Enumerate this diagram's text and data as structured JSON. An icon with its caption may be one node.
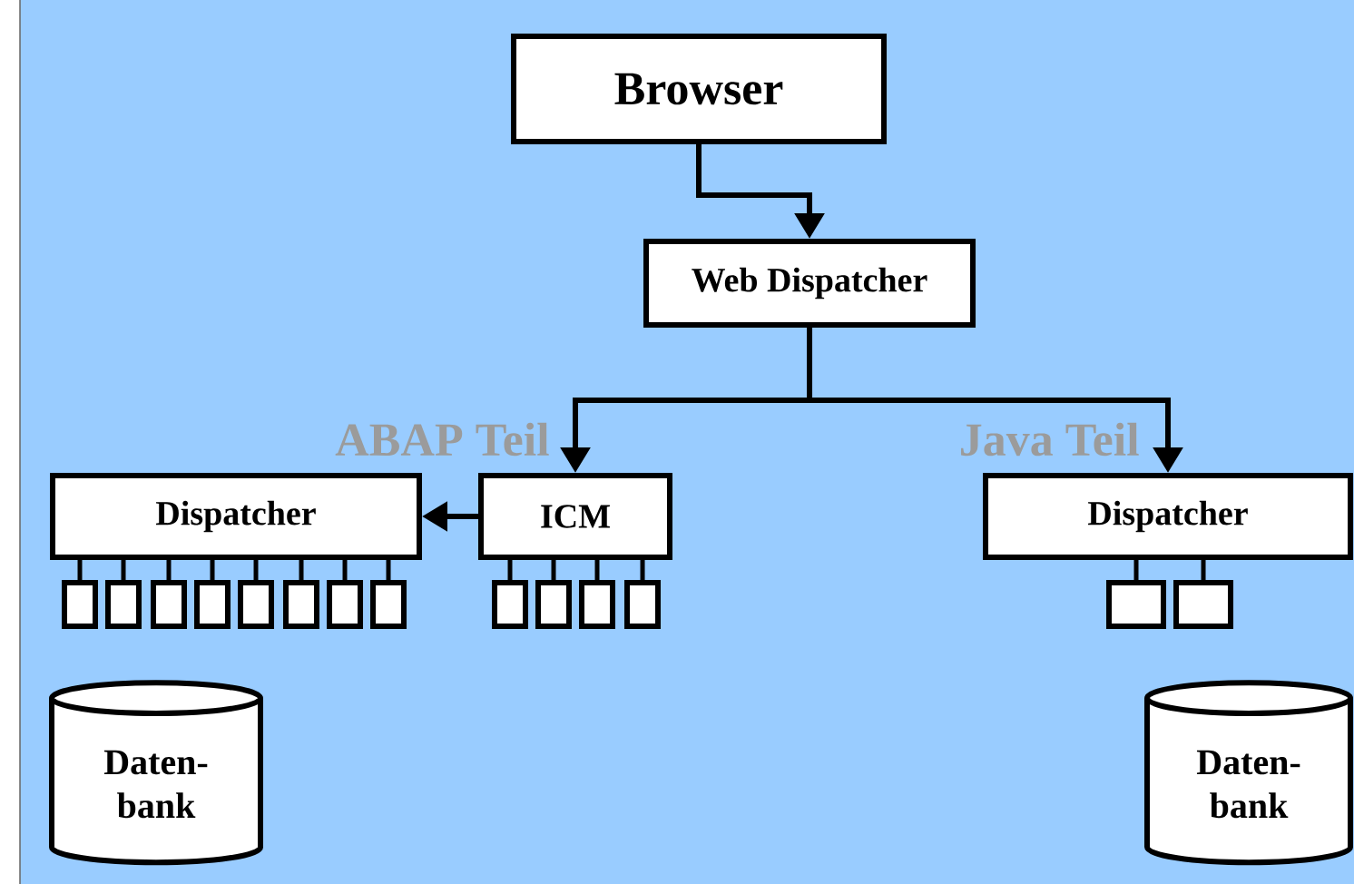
{
  "diagram": {
    "nodes": [
      {
        "text": [
          "Browser"
        ]
      },
      {
        "text": [
          "Web Dispatcher"
        ]
      },
      {
        "text": [
          "Dispatcher"
        ]
      },
      {
        "text": [
          "ICM"
        ]
      },
      {
        "text": [
          "Dispatcher"
        ]
      },
      {
        "text": [],
        "shape": "box"
      },
      {
        "text": [],
        "shape": "box"
      },
      {
        "text": [],
        "shape": "box"
      },
      {
        "text": [],
        "shape": "box"
      },
      {
        "text": [],
        "shape": "box"
      },
      {
        "text": [],
        "shape": "box"
      },
      {
        "text": [],
        "shape": "box"
      },
      {
        "text": [],
        "shape": "box"
      },
      {
        "text": [],
        "shape": "box"
      },
      {
        "text": [],
        "shape": "box"
      },
      {
        "text": [],
        "shape": "box"
      },
      {
        "text": [],
        "shape": "box"
      },
      {
        "text": [],
        "shape": "box"
      },
      {
        "text": [],
        "shape": "box"
      },
      {
        "text": [
          "Daten- bank"
        ]
      },
      {
        "text": [
          "Daten- bank"
        ]
      }
    ],
    "edges": [
      {
        "from": 0,
        "to": 1,
        "arrow": "to"
      },
      {
        "from": 1,
        "to": 3,
        "arrow": "to"
      },
      {
        "from": 1,
        "to": 4,
        "arrow": "to"
      },
      {
        "from": 3,
        "to": 2,
        "arrow": "to"
      },
      {
        "from": 2,
        "to": 5,
        "arrow": "none"
      },
      {
        "from": 2,
        "to": 6,
        "arrow": "none"
      },
      {
        "from": 2,
        "to": 7,
        "arrow": "none"
      },
      {
        "from": 2,
        "to": 8,
        "arrow": "none"
      },
      {
        "from": 2,
        "to": 9,
        "arrow": "none"
      },
      {
        "from": 2,
        "to": 10,
        "arrow": "none"
      },
      {
        "from": 2,
        "to": 11,
        "arrow": "none"
      },
      {
        "from": 2,
        "to": 12,
        "arrow": "none"
      },
      {
        "from": 3,
        "to": 13,
        "arrow": "none"
      },
      {
        "from": 3,
        "to": 14,
        "arrow": "none"
      },
      {
        "from": 3,
        "to": 15,
        "arrow": "none"
      },
      {
        "from": 3,
        "to": 16,
        "arrow": "none"
      },
      {
        "from": 4,
        "to": 17,
        "arrow": "none"
      },
      {
        "from": 4,
        "to": 18,
        "arrow": "none"
      }
    ],
    "labels": [
      "ABAP Teil",
      "Java Teil"
    ]
  }
}
